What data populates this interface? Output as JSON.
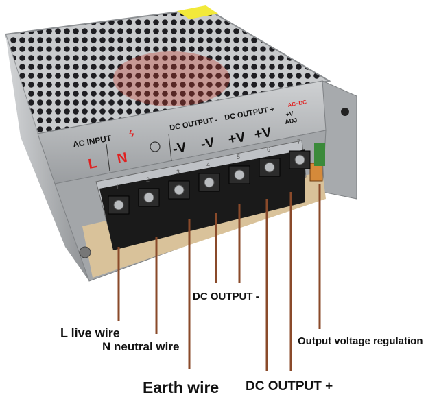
{
  "panel": {
    "ac_input": "AC INPUT",
    "l": "L",
    "n": "N",
    "dc_output_minus": "DC OUTPUT -",
    "dc_output_plus": "DC OUTPUT +",
    "minus_v": "-V",
    "plus_v": "+V",
    "adj_v": "+V",
    "adj": "ADJ",
    "ac_dc": "AC~DC",
    "terminals": [
      "1",
      "2",
      "3",
      "4",
      "5",
      "6",
      "7"
    ]
  },
  "labels": {
    "live": "L live wire",
    "neutral": "N neutral wire",
    "earth": "Earth wire",
    "dc_minus": "DC OUTPUT -",
    "dc_plus": "DC OUTPUT +",
    "adjust": "Output voltage regulation"
  },
  "colors": {
    "leader_line": "#8a4a2a",
    "red_text": "#e02020",
    "metal": "#b8babc",
    "terminal_block": "#1a1a1a"
  }
}
